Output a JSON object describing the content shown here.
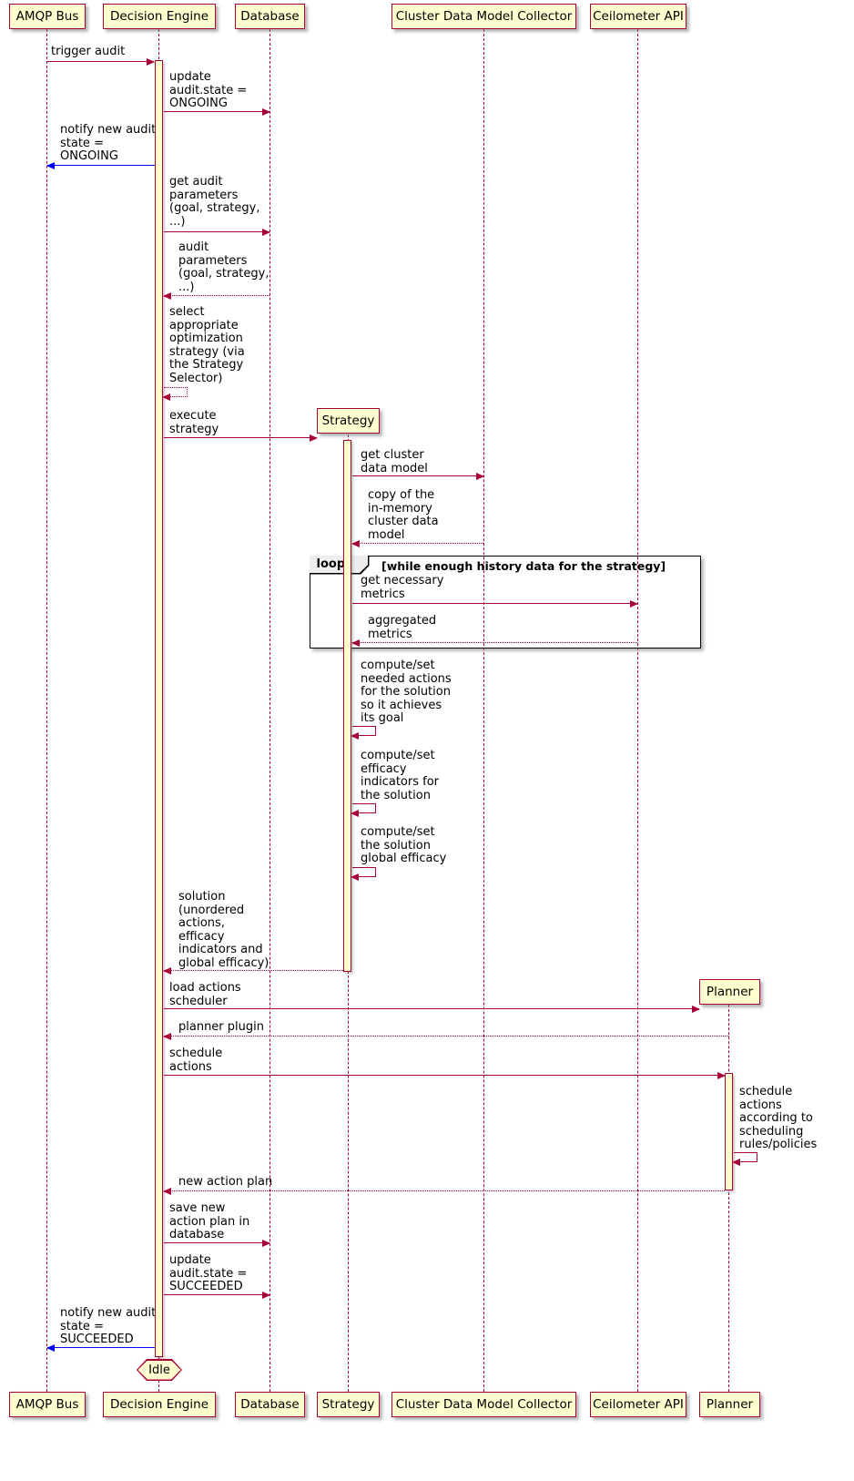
{
  "participants": {
    "amqp_bus": "AMQP Bus",
    "decision_engine": "Decision Engine",
    "database": "Database",
    "strategy": "Strategy",
    "cluster_collector": "Cluster Data Model Collector",
    "ceilometer_api": "Ceilometer API",
    "planner": "Planner"
  },
  "loop": {
    "label": "loop",
    "condition": "[while enough history data for the strategy]"
  },
  "end_state": "Idle",
  "colors": {
    "box_fill": "#FEFECE",
    "line": "#A80036",
    "notify_arrow": "#0000FF",
    "frame": "#000000"
  },
  "messages": {
    "trigger_audit": "trigger audit",
    "update_ongoing": "update\naudit.state =\nONGOING",
    "notify_ongoing": "notify new audit\nstate =\nONGOING",
    "get_audit_params": "get audit\nparameters\n(goal, strategy,\n...)",
    "audit_params": "audit\nparameters\n(goal, strategy,\n...)",
    "select_strategy": "select\nappropriate\noptimization\nstrategy (via\nthe Strategy\nSelector)",
    "execute_strategy": "execute\nstrategy",
    "get_cluster_model": "get cluster\ndata model",
    "copy_model": "copy of the\nin-memory\ncluster data\nmodel",
    "get_metrics": "get necessary\nmetrics",
    "aggregated_metrics": "aggregated\nmetrics",
    "compute_actions": "compute/set\nneeded actions\nfor the solution\nso it achieves\nits goal",
    "compute_efficacy": "compute/set\nefficacy\nindicators for\nthe solution",
    "compute_global": "compute/set\nthe solution\nglobal efficacy",
    "solution": "solution\n(unordered\nactions,\nefficacy\nindicators and\nglobal efficacy)",
    "load_scheduler": "load actions\nscheduler",
    "planner_plugin": "planner plugin",
    "schedule_actions": "schedule\nactions",
    "schedule_rules": "schedule\nactions\naccording to\nscheduling\nrules/policies",
    "new_action_plan": "new action plan",
    "save_plan": "save new\naction plan in\ndatabase",
    "update_succeeded": "update\naudit.state =\nSUCCEEDED",
    "notify_succeeded": "notify new audit\nstate =\nSUCCEEDED"
  }
}
